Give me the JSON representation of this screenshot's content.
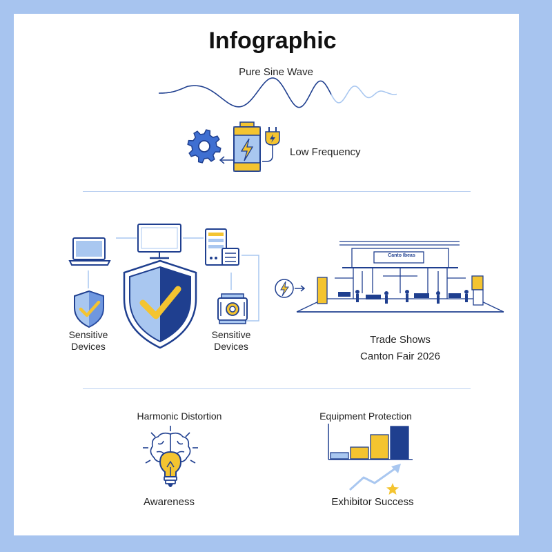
{
  "title": "Infographic",
  "wave": {
    "label": "Pure Sine Wave"
  },
  "frequency": {
    "label": "Low Frequency"
  },
  "protection": {
    "left_label_line1": "Sensitive",
    "left_label_line2": "Devices",
    "right_label_line1": "Sensitive",
    "right_label_line2": "Devices"
  },
  "tradeshow": {
    "sign": "Canto Ibeas",
    "label": "Trade Shows",
    "event": "Canton Fair 2026"
  },
  "harmonic": {
    "title": "Harmonic Distortion",
    "caption": "Awareness"
  },
  "equipment": {
    "title": "Equipment Protection",
    "caption": "Exhibitor Success"
  },
  "colors": {
    "navy": "#1f3f8f",
    "blue": "#3f6fd1",
    "light_blue": "#a9c7f0",
    "yellow": "#f4c430",
    "background": "#a7c4ef"
  }
}
